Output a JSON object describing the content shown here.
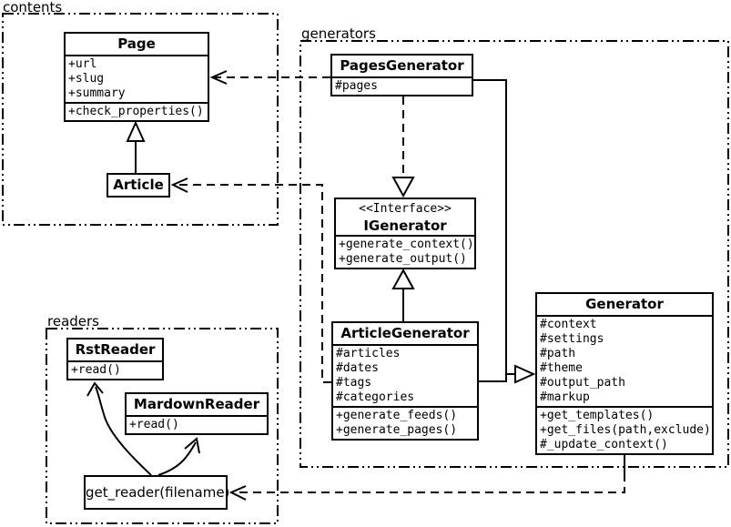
{
  "diagram_type": "uml-class-diagram",
  "colors": {
    "line": "#000000",
    "background": "#ffffff",
    "text": "#000000"
  },
  "packages": {
    "contents": {
      "label": "contents"
    },
    "generators": {
      "label": "generators"
    },
    "readers": {
      "label": "readers"
    }
  },
  "classes": {
    "page": {
      "name": "Page",
      "attributes": [
        "+url",
        "+slug",
        "+summary"
      ],
      "methods": [
        "+check_properties()"
      ]
    },
    "article": {
      "name": "Article"
    },
    "pages_generator": {
      "name": "PagesGenerator",
      "attributes": [
        "#pages"
      ]
    },
    "igenerator": {
      "stereotype": "<<Interface>>",
      "name": "IGenerator",
      "methods": [
        "+generate_context()",
        "+generate_output()"
      ]
    },
    "article_generator": {
      "name": "ArticleGenerator",
      "attributes": [
        "#articles",
        "#dates",
        "#tags",
        "#categories"
      ],
      "methods": [
        "+generate_feeds()",
        "+generate_pages()"
      ]
    },
    "generator": {
      "name": "Generator",
      "attributes": [
        "#context",
        "#settings",
        "#path",
        "#theme",
        "#output_path",
        "#markup"
      ],
      "methods": [
        "+get_templates()",
        "+get_files(path,exclude)",
        "#_update_context()"
      ]
    },
    "rst_reader": {
      "name": "RstReader",
      "methods": [
        "+read()"
      ]
    },
    "mardown_reader": {
      "name": "MardownReader",
      "methods": [
        "+read()"
      ]
    },
    "get_reader": {
      "name": "get_reader(filename)"
    }
  },
  "relationships": [
    {
      "from": "Article",
      "to": "Page",
      "type": "generalization"
    },
    {
      "from": "PagesGenerator",
      "to": "Page",
      "type": "dependency"
    },
    {
      "from": "ArticleGenerator",
      "to": "Article",
      "type": "dependency"
    },
    {
      "from": "PagesGenerator",
      "to": "IGenerator",
      "type": "realization"
    },
    {
      "from": "ArticleGenerator",
      "to": "IGenerator",
      "type": "generalization"
    },
    {
      "from": "PagesGenerator",
      "to": "Generator",
      "type": "generalization"
    },
    {
      "from": "ArticleGenerator",
      "to": "Generator",
      "type": "generalization"
    },
    {
      "from": "Generator",
      "to": "get_reader",
      "type": "dependency"
    },
    {
      "from": "get_reader",
      "to": "RstReader",
      "type": "call-arrow"
    },
    {
      "from": "get_reader",
      "to": "MardownReader",
      "type": "call-arrow"
    }
  ]
}
